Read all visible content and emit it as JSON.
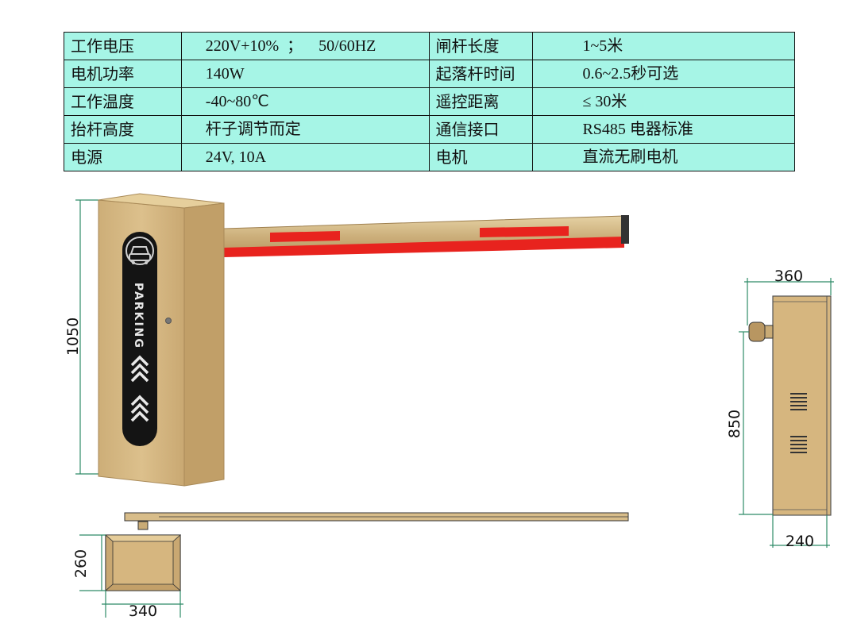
{
  "spec_table": {
    "rows": [
      {
        "label1": "工作电压",
        "value1": "220V+10%  ；    50/60HZ",
        "label2": "闸杆长度",
        "value2": "1~5米"
      },
      {
        "label1": "电机功率",
        "value1": "140W",
        "label2": "起落杆时间",
        "value2": "0.6~2.5秒可选"
      },
      {
        "label1": "工作温度",
        "value1": "-40~80℃",
        "label2": "遥控距离",
        "value2": "≤ 30米"
      },
      {
        "label1": "抬杆高度",
        "value1": "杆子调节而定",
        "label2": "通信接口",
        "value2": "RS485 电器标准"
      },
      {
        "label1": "电源",
        "value1": "24V, 10A",
        "label2": "电机",
        "value2": "直流无刷电机"
      }
    ]
  },
  "front_view": {
    "height_dim": "1050",
    "cabinet_label": "PARKING",
    "logo_icon": "car-icon",
    "arrow_icon": "chevron-up-double-icon"
  },
  "top_view": {
    "depth_dim": "260",
    "width_dim": "340"
  },
  "side_view": {
    "width_dim": "360",
    "height_dim": "850",
    "base_dim": "240"
  },
  "colors": {
    "table_bg": "#a6f5e6",
    "cabinet": "#d6b67f",
    "cabinet_dark": "#b89661",
    "panel_black": "#141414",
    "boom_red": "#e8231e",
    "dimension_line": "#2e8b67"
  }
}
